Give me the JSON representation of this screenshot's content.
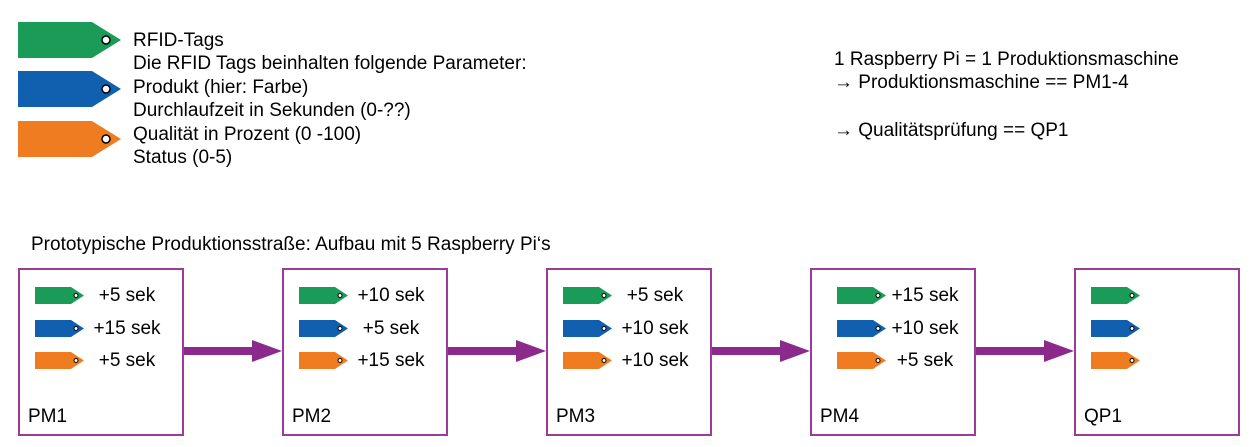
{
  "colors": {
    "green": "#1a9b57",
    "blue": "#1160b0",
    "orange": "#f07c22",
    "box_border": "#9b3c9b",
    "arrow": "#8b2a8b"
  },
  "legend": {
    "line1": "RFID-Tags",
    "line2": "Die RFID Tags beinhalten folgende Parameter:",
    "line3": "Produkt (hier: Farbe)",
    "line4": "Durchlaufzeit in Sekunden (0-??)",
    "line5": "Qualität in Prozent (0 -100)",
    "line6": "Status (0-5)"
  },
  "notes": {
    "line1": "1 Raspberry Pi = 1 Produktionsmaschine",
    "line2": "→ Produktionsmaschine == PM1-4",
    "line3": "→ Qualitätsprüfung == QP1"
  },
  "subtitle": "Prototypische Produktionsstraße: Aufbau mit 5 Raspberry Pi‘s",
  "machines": [
    {
      "label": "PM1",
      "values": [
        "+5 sek",
        "+15 sek",
        "+5 sek"
      ]
    },
    {
      "label": "PM2",
      "values": [
        "+10 sek",
        "+5 sek",
        "+15 sek"
      ]
    },
    {
      "label": "PM3",
      "values": [
        "+5 sek",
        "+10 sek",
        "+10 sek"
      ]
    },
    {
      "label": "PM4",
      "values": [
        "+15 sek",
        "+10 sek",
        "+5 sek"
      ]
    },
    {
      "label": "QP1",
      "values": [
        "",
        "",
        ""
      ]
    }
  ]
}
